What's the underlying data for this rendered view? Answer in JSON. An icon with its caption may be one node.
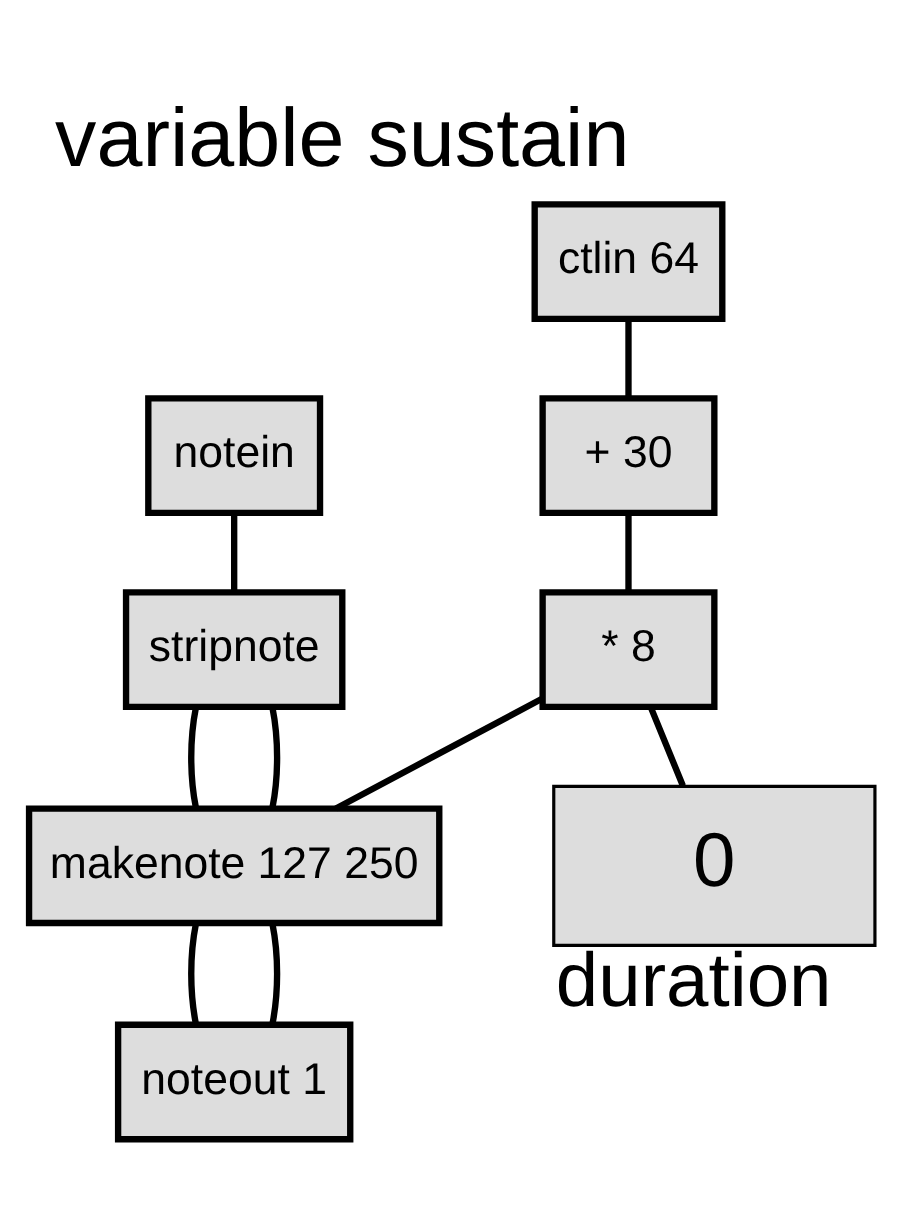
{
  "diagram": {
    "title": "variable sustain",
    "nodes": [
      {
        "text": [
          "notein"
        ]
      },
      {
        "text": [
          "stripnote"
        ]
      },
      {
        "text": [
          "ctlin 64"
        ]
      },
      {
        "text": [
          "+ 30"
        ]
      },
      {
        "text": [
          "* 8"
        ]
      },
      {
        "text": [
          "0"
        ],
        "beside": [
          "duration"
        ]
      },
      {
        "text": [
          "makenote 127 250"
        ]
      },
      {
        "text": [
          "noteout 1"
        ]
      }
    ],
    "edges": [
      {
        "from": 0,
        "to": 1,
        "arrow": "none"
      },
      {
        "from": 1,
        "to": 6,
        "arrow": "none"
      },
      {
        "from": 1,
        "to": 6,
        "arrow": "none"
      },
      {
        "from": 2,
        "to": 3,
        "arrow": "none"
      },
      {
        "from": 3,
        "to": 4,
        "arrow": "none"
      },
      {
        "from": 4,
        "to": 5,
        "arrow": "none"
      },
      {
        "from": 4,
        "to": 6,
        "arrow": "none"
      },
      {
        "from": 6,
        "to": 7,
        "arrow": "none"
      },
      {
        "from": 6,
        "to": 7,
        "arrow": "none"
      }
    ]
  }
}
